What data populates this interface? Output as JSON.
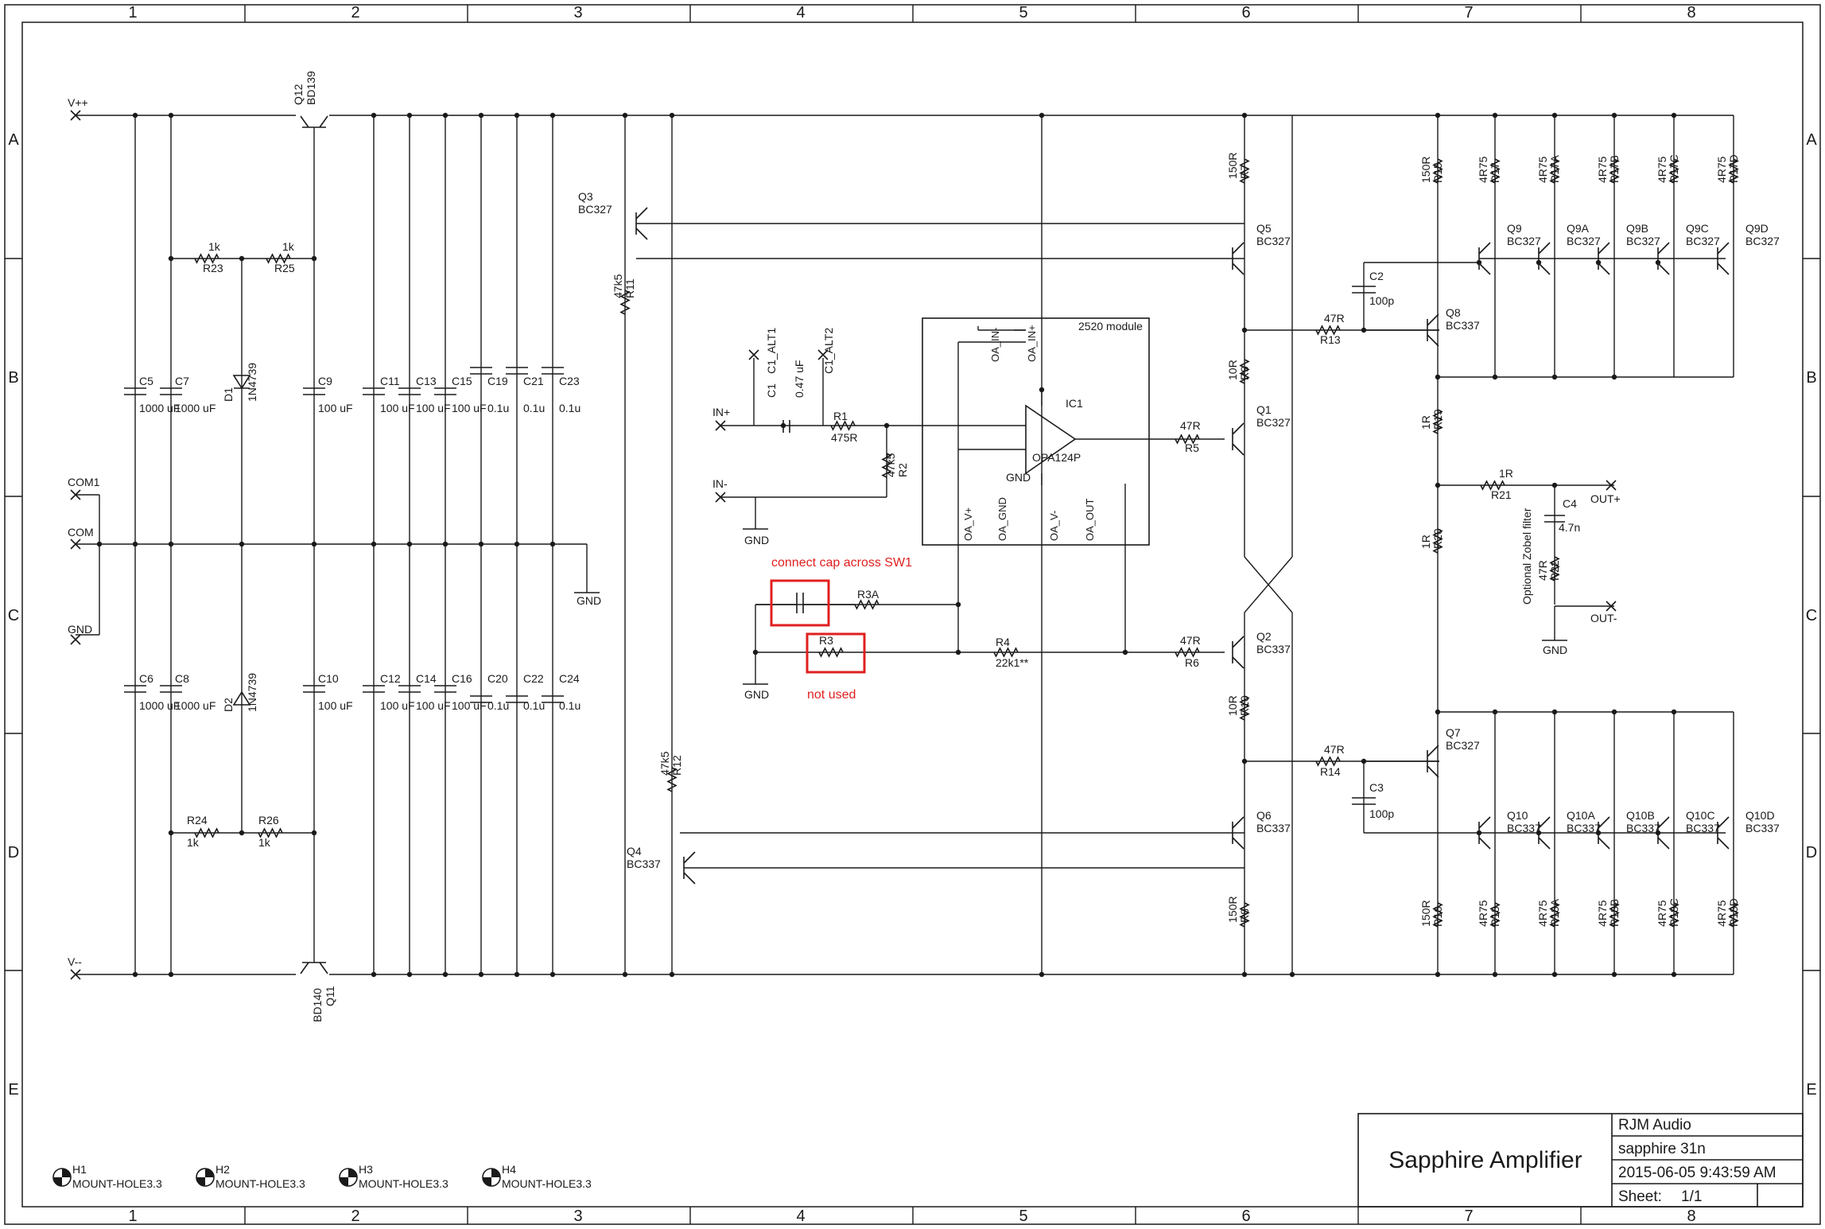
{
  "title_block": {
    "title": "Sapphire Amplifier",
    "company": "RJM Audio",
    "project": "sapphire 31n",
    "date": "2015-06-05 9:43:59 AM",
    "sheet_label": "Sheet:",
    "sheet_value": "1/1"
  },
  "grid": {
    "columns": [
      "1",
      "2",
      "3",
      "4",
      "5",
      "6",
      "7",
      "8"
    ],
    "rows": [
      "A",
      "B",
      "C",
      "D",
      "E"
    ]
  },
  "ports": {
    "vpp": "V++",
    "vmm": "V--",
    "com1": "COM1",
    "com": "COM",
    "gnd": "GND",
    "in_plus": "IN+",
    "in_minus": "IN-",
    "out_plus": "OUT+",
    "out_minus": "OUT-",
    "gnd_symbol": "GND"
  },
  "module": {
    "title": "2520 module",
    "ic_ref": "IC1",
    "ic_part": "OPA124P",
    "pins": [
      "OA_IN-",
      "OA_IN+",
      "OA_V+",
      "OA_GND",
      "OA_V-",
      "OA_OUT"
    ],
    "gnd": "GND"
  },
  "annotations": {
    "connect_cap": "connect cap across SW1",
    "not_used": "not used",
    "zobel": "Optional Zobel filter"
  },
  "components": {
    "q12": {
      "ref": "Q12",
      "val": "BD139"
    },
    "q11": {
      "ref": "Q11",
      "val": "BD140"
    },
    "q3": {
      "ref": "Q3",
      "val": "BC327"
    },
    "q4": {
      "ref": "Q4",
      "val": "BC337"
    },
    "q5": {
      "ref": "Q5",
      "val": "BC327"
    },
    "q1": {
      "ref": "Q1",
      "val": "BC327"
    },
    "q2": {
      "ref": "Q2",
      "val": "BC337"
    },
    "q6": {
      "ref": "Q6",
      "val": "BC337"
    },
    "q8": {
      "ref": "Q8",
      "val": "BC337"
    },
    "q7": {
      "ref": "Q7",
      "val": "BC327"
    },
    "q9": {
      "ref": "Q9",
      "val": "BC327"
    },
    "q9a": {
      "ref": "Q9A",
      "val": "BC327"
    },
    "q9b": {
      "ref": "Q9B",
      "val": "BC327"
    },
    "q9c": {
      "ref": "Q9C",
      "val": "BC327"
    },
    "q9d": {
      "ref": "Q9D",
      "val": "BC327"
    },
    "q10": {
      "ref": "Q10",
      "val": "BC337"
    },
    "q10a": {
      "ref": "Q10A",
      "val": "BC337"
    },
    "q10b": {
      "ref": "Q10B",
      "val": "BC337"
    },
    "q10c": {
      "ref": "Q10C",
      "val": "BC337"
    },
    "q10d": {
      "ref": "Q10D",
      "val": "BC337"
    },
    "r23": {
      "ref": "R23",
      "val": "1k"
    },
    "r25": {
      "ref": "R25",
      "val": "1k"
    },
    "r24": {
      "ref": "R24",
      "val": "1k"
    },
    "r26": {
      "ref": "R26",
      "val": "1k"
    },
    "d1": {
      "ref": "D1",
      "val": "1N4739"
    },
    "d2": {
      "ref": "D2",
      "val": "1N4739"
    },
    "c5": {
      "ref": "C5",
      "val": "1000 uF"
    },
    "c7": {
      "ref": "C7",
      "val": "1000 uF"
    },
    "c6": {
      "ref": "C6",
      "val": "1000 uF"
    },
    "c8": {
      "ref": "C8",
      "val": "1000 uF"
    },
    "c9": {
      "ref": "C9",
      "val": "100 uF"
    },
    "c10": {
      "ref": "C10",
      "val": "100 uF"
    },
    "c11": {
      "ref": "C11",
      "val": "100 uF"
    },
    "c13": {
      "ref": "C13",
      "val": "100 uF"
    },
    "c15": {
      "ref": "C15",
      "val": "100 uF"
    },
    "c12": {
      "ref": "C12",
      "val": "100 uF"
    },
    "c14": {
      "ref": "C14",
      "val": "100 uF"
    },
    "c16": {
      "ref": "C16",
      "val": "100 uF"
    },
    "c19": {
      "ref": "C19",
      "val": "0.1u"
    },
    "c21": {
      "ref": "C21",
      "val": "0.1u"
    },
    "c23": {
      "ref": "C23",
      "val": "0.1u"
    },
    "c20": {
      "ref": "C20",
      "val": "0.1u"
    },
    "c22": {
      "ref": "C22",
      "val": "0.1u"
    },
    "c24": {
      "ref": "C24",
      "val": "0.1u"
    },
    "r11": {
      "ref": "R11",
      "val": "47k5"
    },
    "r12": {
      "ref": "R12",
      "val": "47k5"
    },
    "c1": {
      "ref": "C1",
      "val": "0.47 uF"
    },
    "c1alt1": {
      "ref": "C1_ALT1"
    },
    "c1alt2": {
      "ref": "C1_ALT2"
    },
    "r1": {
      "ref": "R1",
      "val": "475R"
    },
    "r2": {
      "ref": "R2",
      "val": "47k5"
    },
    "r3a": {
      "ref": "R3A"
    },
    "r3": {
      "ref": "R3"
    },
    "r4": {
      "ref": "R4",
      "val": "22k1**"
    },
    "r5": {
      "ref": "R5",
      "val": "47R"
    },
    "r6": {
      "ref": "R6",
      "val": "47R"
    },
    "r7": {
      "ref": "R7",
      "val": "150R"
    },
    "r8": {
      "ref": "R8",
      "val": "150R"
    },
    "r9": {
      "ref": "R9",
      "val": "10R"
    },
    "r10": {
      "ref": "R10",
      "val": "10R"
    },
    "r13": {
      "ref": "R13",
      "val": "47R"
    },
    "r14": {
      "ref": "R14",
      "val": "47R"
    },
    "c2": {
      "ref": "C2",
      "val": "100p"
    },
    "c3": {
      "ref": "C3",
      "val": "100p"
    },
    "r15": {
      "ref": "R15",
      "val": "150R"
    },
    "r16": {
      "ref": "R16",
      "val": "150R"
    },
    "r17": {
      "ref": "R17",
      "val": "4R75"
    },
    "r17a": {
      "ref": "R17A",
      "val": "4R75"
    },
    "r17b": {
      "ref": "R17B",
      "val": "4R75"
    },
    "r17c": {
      "ref": "R17C",
      "val": "4R75"
    },
    "r17d": {
      "ref": "R17D",
      "val": "4R75"
    },
    "r18": {
      "ref": "R18",
      "val": "4R75"
    },
    "r18a": {
      "ref": "R18A",
      "val": "4R75"
    },
    "r18b": {
      "ref": "R18B",
      "val": "4R75"
    },
    "r18c": {
      "ref": "R18C",
      "val": "4R75"
    },
    "r18d": {
      "ref": "R18D",
      "val": "4R75"
    },
    "r19": {
      "ref": "R19",
      "val": "1R"
    },
    "r20": {
      "ref": "R20",
      "val": "1R"
    },
    "r21": {
      "ref": "R21",
      "val": "1R"
    },
    "r22": {
      "ref": "R22",
      "val": "47R"
    },
    "c4": {
      "ref": "C4",
      "val": "4.7n"
    }
  },
  "mount_holes": [
    {
      "ref": "H1",
      "val": "MOUNT-HOLE3.3"
    },
    {
      "ref": "H2",
      "val": "MOUNT-HOLE3.3"
    },
    {
      "ref": "H3",
      "val": "MOUNT-HOLE3.3"
    },
    {
      "ref": "H4",
      "val": "MOUNT-HOLE3.3"
    }
  ]
}
